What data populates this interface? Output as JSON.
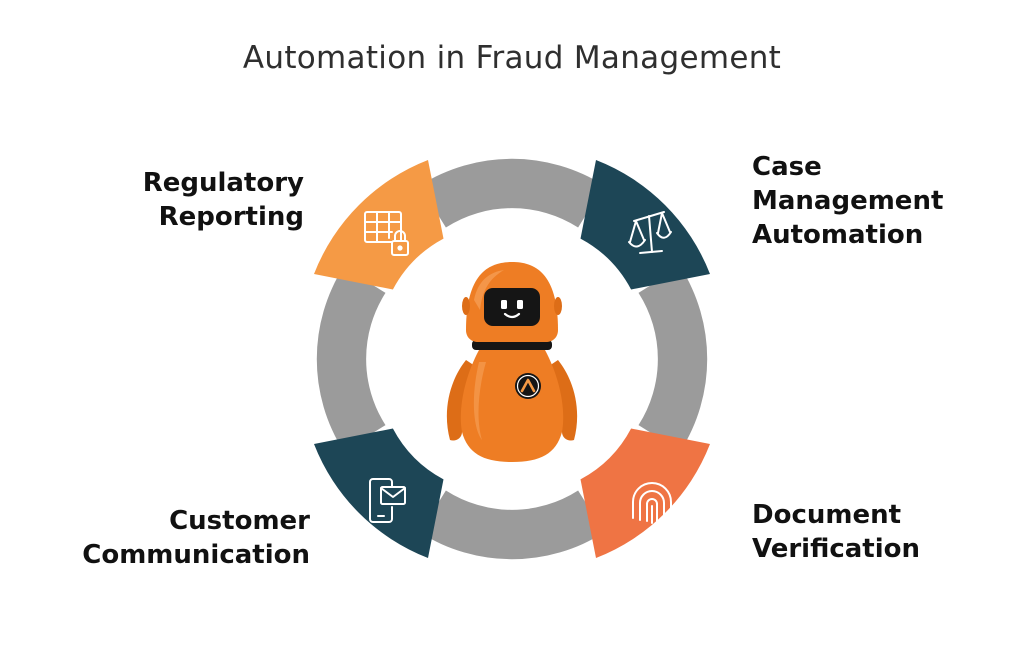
{
  "title": "Automation in Fraud Management",
  "colors": {
    "ring": "#9b9b9b",
    "orange_light": "#f59a45",
    "teal": "#1d4656",
    "coral": "#ef7444",
    "robot_orange": "#ee7d24",
    "robot_dark": "#151515"
  },
  "steps": [
    {
      "lines": [
        "Regulatory",
        "Reporting"
      ],
      "icon": "spreadsheet-lock-icon",
      "color": "#f59a45"
    },
    {
      "lines": [
        "Case",
        "Management",
        "Automation"
      ],
      "icon": "balance-scale-icon",
      "color": "#1d4656"
    },
    {
      "lines": [
        "Document",
        "Verification"
      ],
      "icon": "fingerprint-icon",
      "color": "#ef7444"
    },
    {
      "lines": [
        "Customer",
        "Communication"
      ],
      "icon": "phone-mail-icon",
      "color": "#1d4656"
    }
  ],
  "center": {
    "icon": "robot-mascot-icon"
  }
}
